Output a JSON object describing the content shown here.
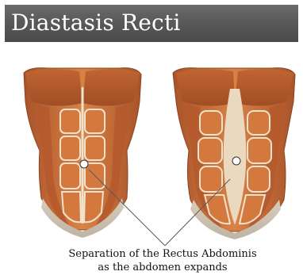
{
  "title": "Diastasis Recti",
  "caption": {
    "line1": "Separation of the Rectus Abdominis",
    "line2": "as the abdomen expands"
  },
  "colors": {
    "title_bar": "#555555",
    "muscle": "#c8703a",
    "muscle_dark": "#9b4a22",
    "tendon": "#e9ddc8",
    "pointer_line": "#5a5a5a"
  },
  "figures": [
    {
      "name": "normal-abdomen"
    },
    {
      "name": "separated-abdomen"
    }
  ]
}
